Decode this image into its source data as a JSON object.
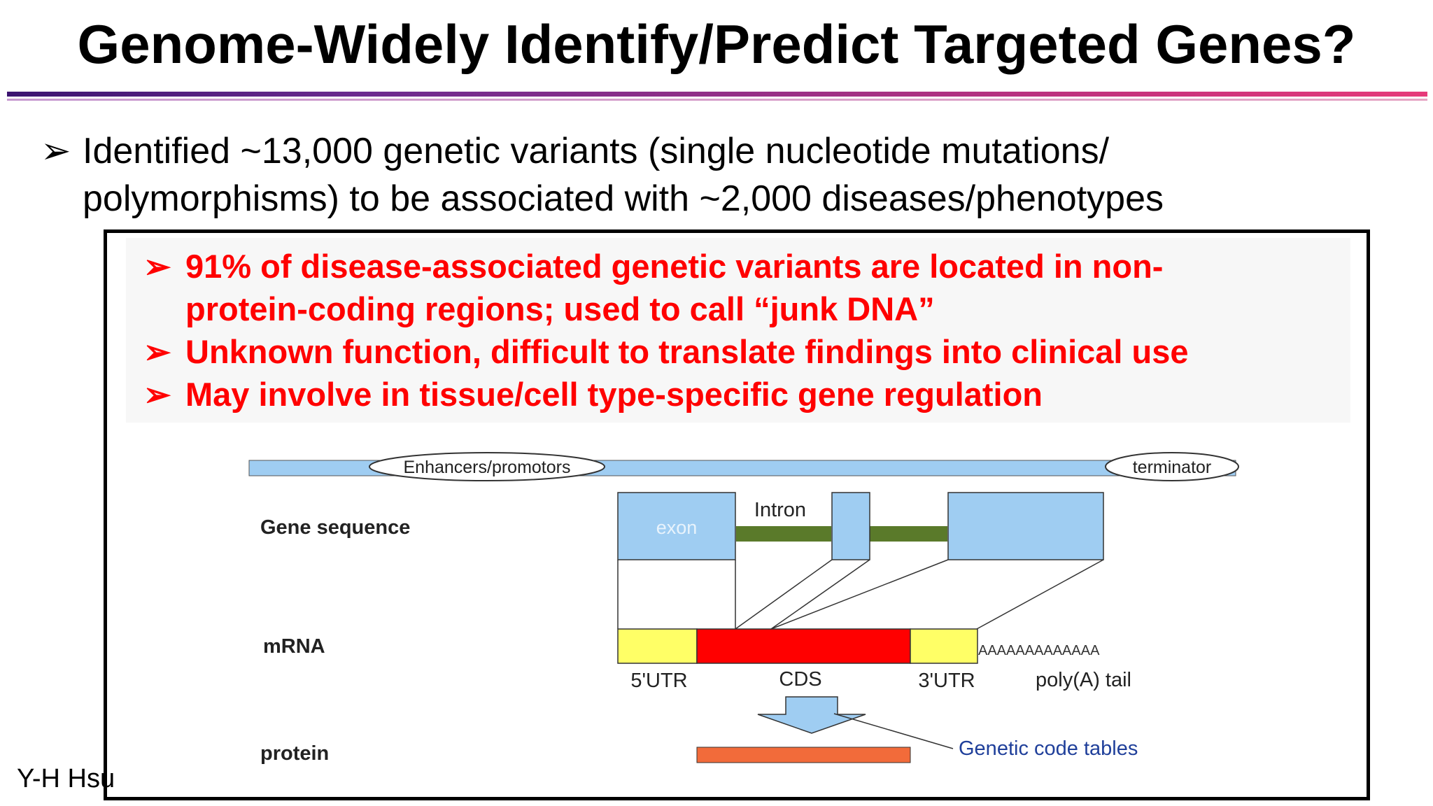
{
  "slide": {
    "title": "Genome-Widely Identify/Predict Targeted Genes?",
    "bullet_marker": "➢",
    "main_bullet_line1": "Identified ~13,000 genetic variants (single nucleotide mutations/",
    "main_bullet_line2": "polymorphisms) to be associated with ~2,000 diseases/phenotypes",
    "highlight_color": "#ff0000",
    "red_bullets": [
      {
        "line1": "91% of disease-associated genetic variants are located in non-",
        "line2": "protein-coding regions; used to call “junk DNA”"
      },
      {
        "line1": "Unknown function, difficult to translate findings into clinical use"
      },
      {
        "line1": "May involve in tissue/cell type-specific gene regulation"
      }
    ],
    "author": "Y-H Hsu"
  },
  "diagram": {
    "enhancers_label": "Enhancers/promotors",
    "terminator_label": "terminator",
    "gene_sequence_label": "Gene sequence",
    "exon_label": "exon",
    "intron_label": "Intron",
    "mrna_label": "mRNA",
    "utr5_label": "5'UTR",
    "cds_label": "CDS",
    "utr3_label": "3'UTR",
    "polya_label": "poly(A) tail",
    "polya_seq": "AAAAAAAAAAAAA",
    "protein_label": "protein",
    "genetic_code_label": "Genetic code tables",
    "colors": {
      "dna_bar": "#9fcdf2",
      "exon": "#9fcdf2",
      "intron": "#5a7a2a",
      "utr": "#ffff66",
      "cds": "#ff0000",
      "protein": "#f26b3a",
      "genetic_code_text": "#1f3f9a"
    }
  }
}
